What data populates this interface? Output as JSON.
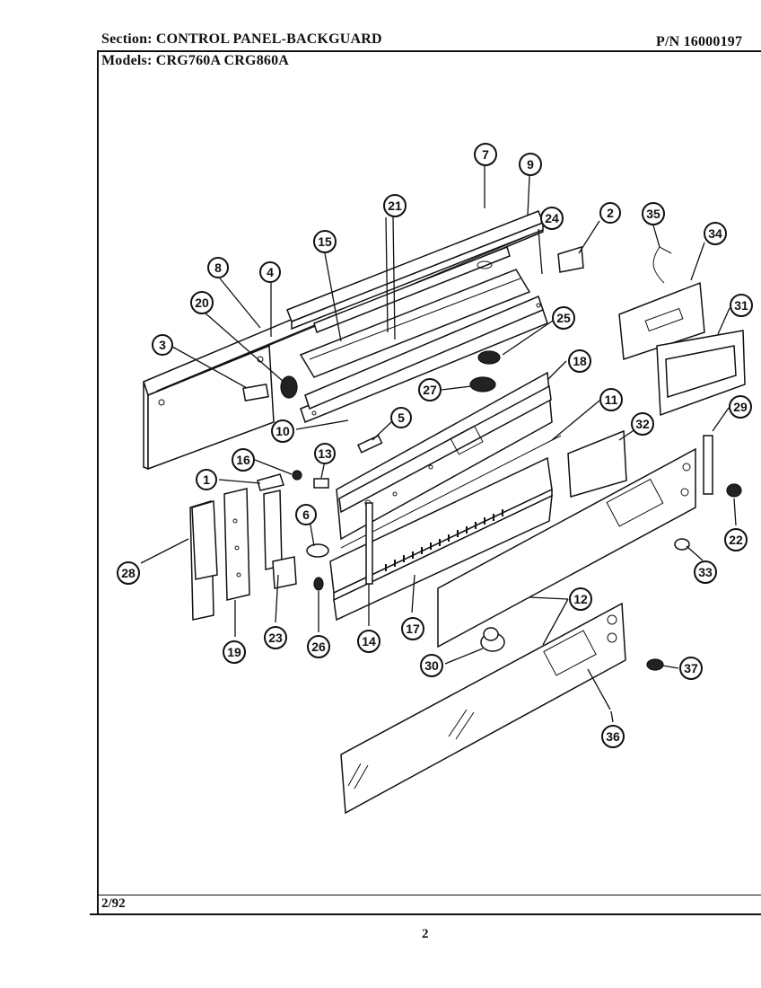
{
  "header": {
    "section_label": "Section:",
    "section_value": "CONTROL PANEL-BACKGUARD",
    "pn_label": "P/N",
    "pn_value": "16000197",
    "models_label": "Models:",
    "models_value": "CRG760A  CRG860A"
  },
  "footer": {
    "date": "2/92",
    "page_number": "2"
  },
  "callouts": [
    "1",
    "2",
    "3",
    "4",
    "5",
    "6",
    "7",
    "8",
    "9",
    "10",
    "11",
    "12",
    "13",
    "14",
    "15",
    "16",
    "17",
    "18",
    "19",
    "20",
    "21",
    "22",
    "23",
    "24",
    "25",
    "26",
    "27",
    "28",
    "29",
    "30",
    "31",
    "32",
    "33",
    "34",
    "35",
    "36",
    "37"
  ]
}
